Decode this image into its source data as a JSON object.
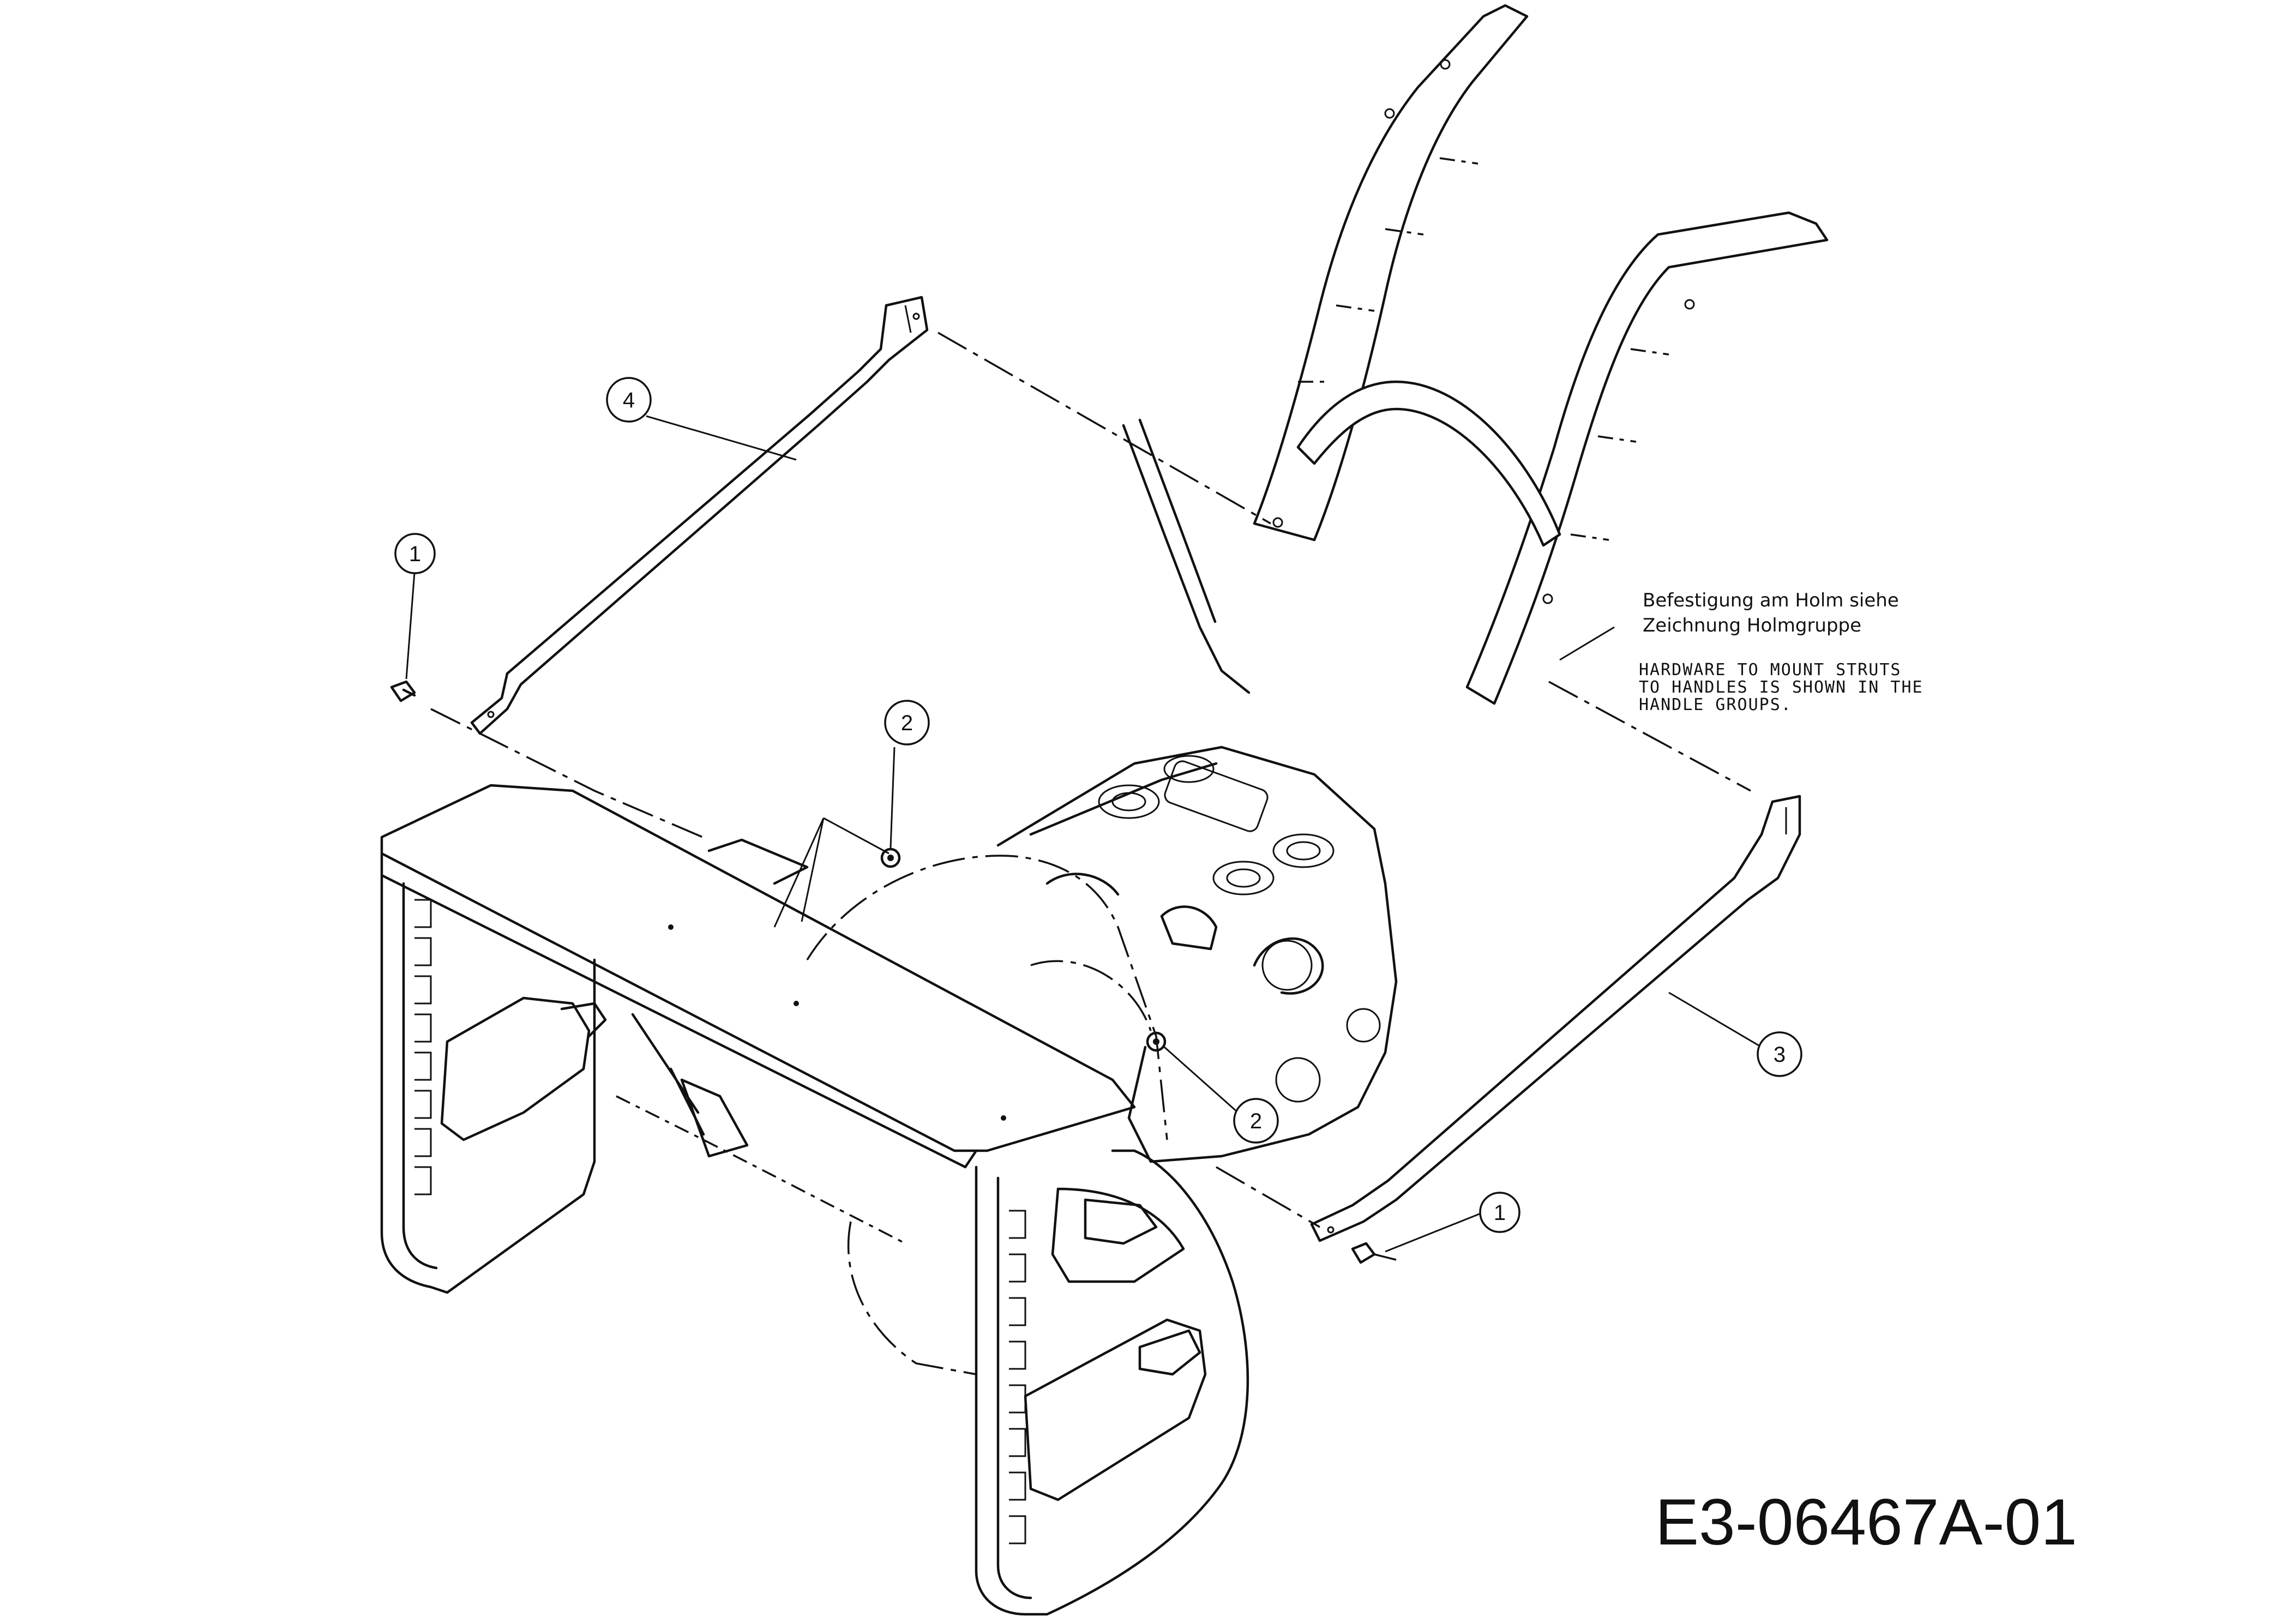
{
  "callouts": [
    {
      "label": "1"
    },
    {
      "label": "1"
    },
    {
      "label": "2"
    },
    {
      "label": "2"
    },
    {
      "label": "3"
    },
    {
      "label": "4"
    }
  ],
  "note": {
    "de_line1": "Befestigung am Holm siehe",
    "de_line2": "Zeichnung Holmgruppe",
    "en_line1": "HARDWARE TO MOUNT STRUTS",
    "en_line2": "TO HANDLES IS SHOWN IN THE",
    "en_line3": "HANDLE GROUPS."
  },
  "drawing_number": "E3-06467A-01"
}
